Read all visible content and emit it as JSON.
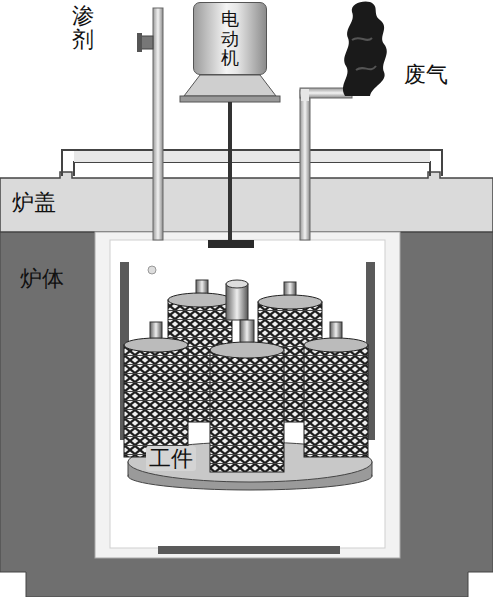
{
  "diagram": {
    "nodes": [
      {
        "text": [
          "电动机"
        ]
      }
    ],
    "labels": [
      "渗剂",
      "废气",
      "炉盖",
      "炉体",
      "工件"
    ]
  }
}
